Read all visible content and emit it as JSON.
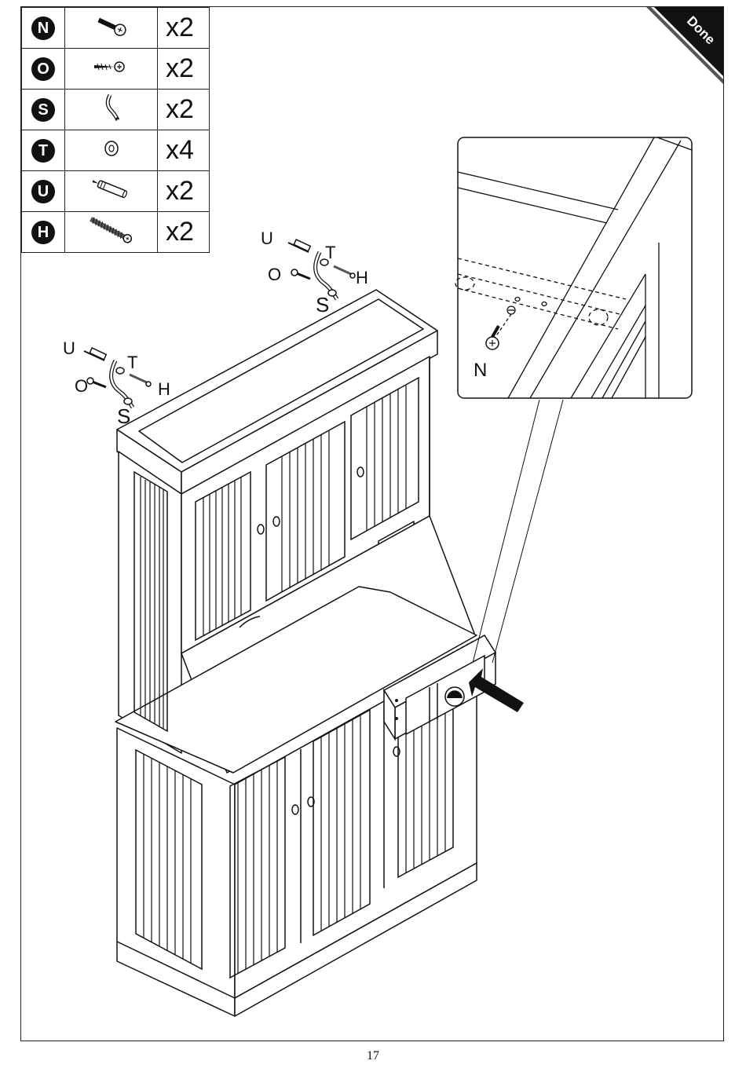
{
  "parts": [
    {
      "letter": "N",
      "qty": "x2",
      "icon": "screw-icon"
    },
    {
      "letter": "O",
      "qty": "x2",
      "icon": "wood-screw-icon"
    },
    {
      "letter": "S",
      "qty": "x2",
      "icon": "strap-icon"
    },
    {
      "letter": "T",
      "qty": "x4",
      "icon": "washer-icon"
    },
    {
      "letter": "U",
      "qty": "x2",
      "icon": "wall-anchor-icon"
    },
    {
      "letter": "H",
      "qty": "x2",
      "icon": "long-screw-icon"
    }
  ],
  "corner_label": "Done",
  "callouts": {
    "top_u": "U",
    "top_t": "T",
    "top_o": "O",
    "top_h": "H",
    "top_s": "S",
    "left_u": "U",
    "left_t": "T",
    "left_o": "O",
    "left_h": "H",
    "left_s": "S",
    "detail_n": "N"
  },
  "page_number": "17"
}
